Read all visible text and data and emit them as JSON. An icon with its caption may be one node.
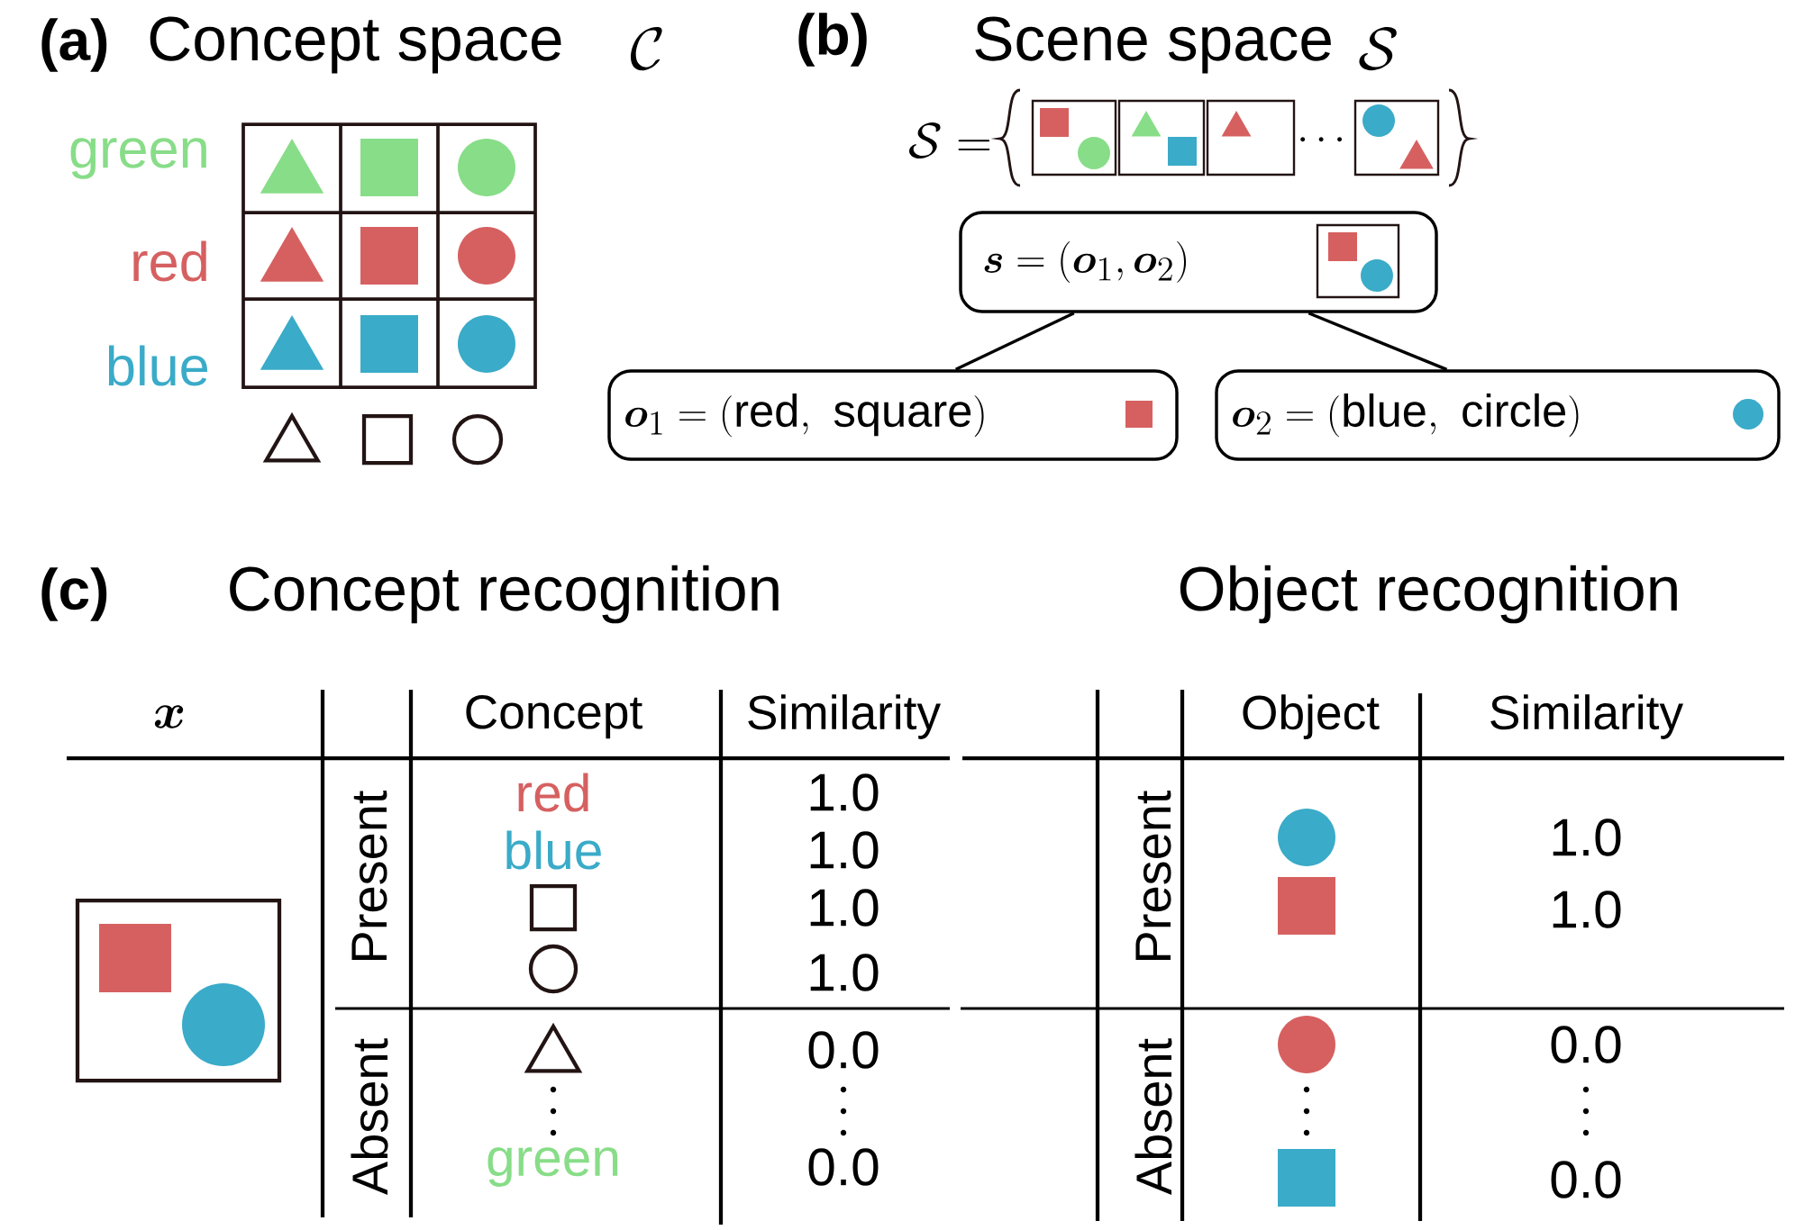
{
  "diagram": {
    "nodes": [
      {
        "text": [
          "\\boldsymbol{s} = (\\boldsymbol{o}_1, \\boldsymbol{o}_2)"
        ]
      },
      {
        "text": [
          "\\boldsymbol{o}_1 = (\\mathrm{red},\\ \\mathrm{square})"
        ]
      },
      {
        "text": [
          "\\boldsymbol{o}_2 = (\\mathrm{blue},\\ \\mathrm{circle})"
        ]
      }
    ],
    "edges": [
      {
        "from": 0,
        "to": 1,
        "arrow": "none"
      },
      {
        "from": 0,
        "to": 2,
        "arrow": "none"
      }
    ],
    "labels": [
      "(a)",
      "Concept space",
      "\\mathcal{C}",
      "(b)",
      "Scene space",
      "\\mathcal{S}",
      "green",
      "red",
      "blue",
      "\\mathcal{S} =",
      "\\cdots",
      "(c)",
      "Concept recognition",
      "Object recognition",
      "\\boldsymbol{x}",
      "Concept",
      "Similarity",
      "Object",
      "Similarity",
      "Present",
      "red",
      "1.0",
      "blue",
      "1.0",
      "1.0",
      "1.0",
      "Present",
      "1.0",
      "1.0",
      "Absent",
      "0.0",
      "green",
      "0.0",
      "Absent",
      "0.0",
      "0.0"
    ]
  }
}
